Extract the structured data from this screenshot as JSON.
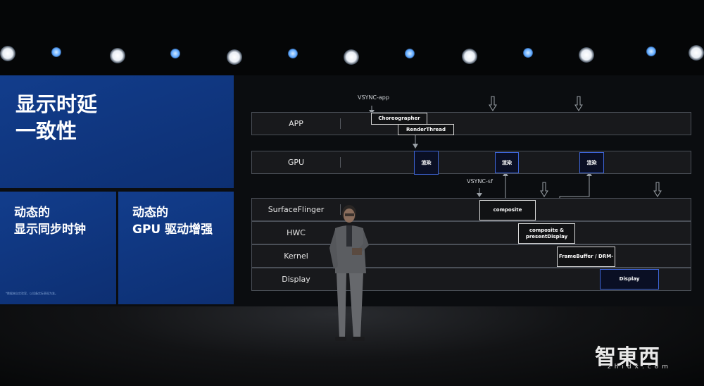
{
  "slide": {
    "title": "显示时延\n一致性",
    "panel_clock": "动态的\n显示同步时钟",
    "panel_gpu": "动态的\nGPU 驱动增强",
    "footnote": "*数据来自实验室，以设备实际表现为准。"
  },
  "diagram": {
    "lanes": [
      "APP",
      "GPU",
      "SurfaceFlinger",
      "HWC",
      "Kernel",
      "Display"
    ],
    "vsync_app": "VSYNC-app",
    "vsync_sf": "VSYNC-sf",
    "boxes": {
      "choreographer": "Choreographer",
      "renderthread": "RenderThread",
      "render1": "渲染",
      "render2": "渲染",
      "render3": "渲染",
      "composite": "composite",
      "composite_present": "composite &\npresentDisplay",
      "framebuffer": "FrameBuffer / DRM-",
      "display": "Display"
    }
  },
  "watermark": {
    "cn": "智東西",
    "en": "zhidx.com"
  },
  "colors": {
    "panel_blue": "#123d8c",
    "accent_box_border": "#3d64d6",
    "lane_bg": "#18191c"
  }
}
